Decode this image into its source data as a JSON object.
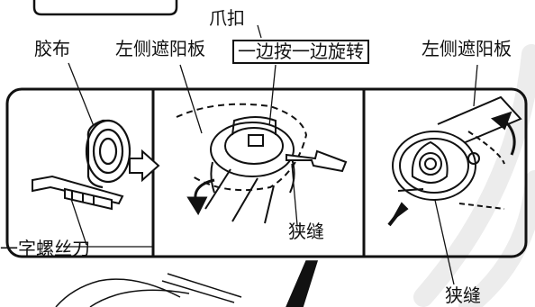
{
  "labels": {
    "tape": "胶布",
    "left_visor_1": "左侧遮阳板",
    "claw": "爪扣",
    "press_rotate": "一边按一边旋转",
    "left_visor_2": "左侧遮阳板",
    "gap_1": "狭缝",
    "screwdriver": "一字螺丝刀",
    "gap_2": "狭缝"
  },
  "colors": {
    "ink": "#111111",
    "watermark": "#e9e9e9",
    "background": "#ffffff"
  }
}
